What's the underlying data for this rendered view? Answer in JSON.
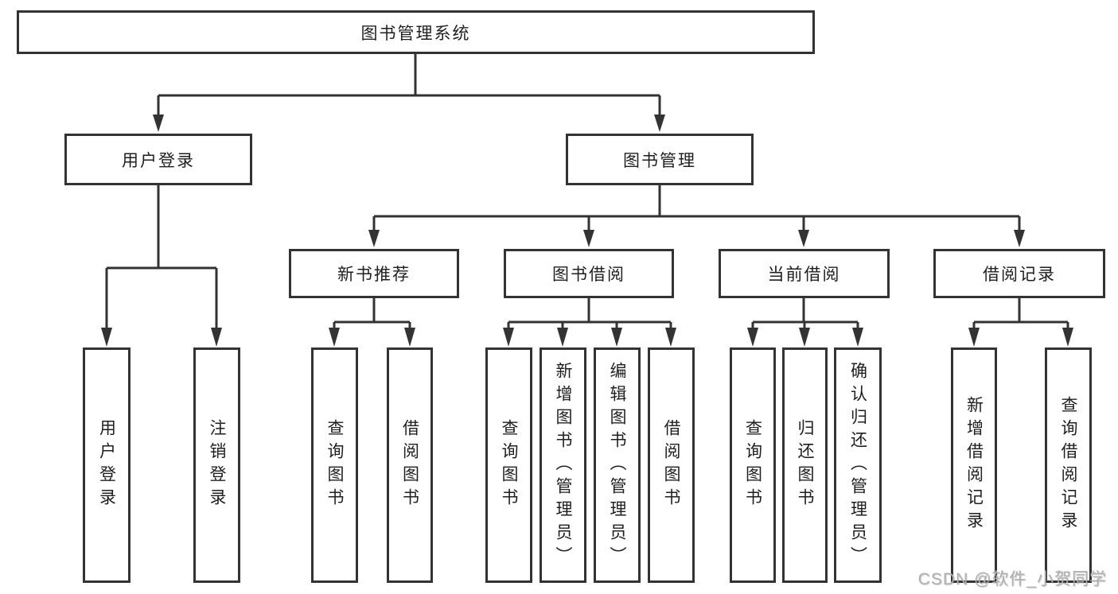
{
  "diagram": {
    "root": {
      "label": "图书管理系统",
      "children": [
        {
          "label": "用户登录",
          "children": [
            {
              "label": "用户登录"
            },
            {
              "label": "注销登录"
            }
          ]
        },
        {
          "label": "图书管理",
          "children": [
            {
              "label": "新书推荐",
              "children": [
                {
                  "label": "查询图书"
                },
                {
                  "label": "借阅图书"
                }
              ]
            },
            {
              "label": "图书借阅",
              "children": [
                {
                  "label": "查询图书"
                },
                {
                  "label": "新增图书（管理员）"
                },
                {
                  "label": "编辑图书（管理员）"
                },
                {
                  "label": "借阅图书"
                }
              ]
            },
            {
              "label": "当前借阅",
              "children": [
                {
                  "label": "查询图书"
                },
                {
                  "label": "归还图书"
                },
                {
                  "label": "确认归还（管理员）"
                }
              ]
            },
            {
              "label": "借阅记录",
              "children": [
                {
                  "label": "新增借阅记录"
                },
                {
                  "label": "查询借阅记录"
                }
              ]
            }
          ]
        }
      ]
    }
  },
  "watermark": {
    "text": "CSDN @软件_小贺同学",
    "color": "#b0b0b0"
  },
  "colors": {
    "line": "#333333",
    "box_border": "#333333",
    "box_fill": "#ffffff",
    "text": "#1f1f1f"
  }
}
